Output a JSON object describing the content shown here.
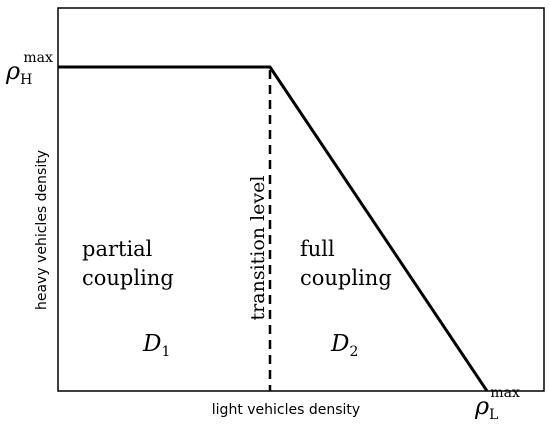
{
  "axes": {
    "x_label": "light vehicles density",
    "y_label": "heavy vehicles density"
  },
  "symbols": {
    "rho_h_base": "ρ",
    "rho_h_sub": "H",
    "rho_h_sup": "max",
    "rho_l_base": "ρ",
    "rho_l_sub": "L",
    "rho_l_sup": "max"
  },
  "regions": {
    "partial_line1": "partial",
    "partial_line2": "coupling",
    "d1_letter": "D",
    "d1_sub": "1",
    "full_line1": "full",
    "full_line2": "coupling",
    "d2_letter": "D",
    "d2_sub": "2"
  },
  "transition_label": "transition level",
  "colors": {
    "line": "#000000",
    "background": "#ffffff"
  }
}
